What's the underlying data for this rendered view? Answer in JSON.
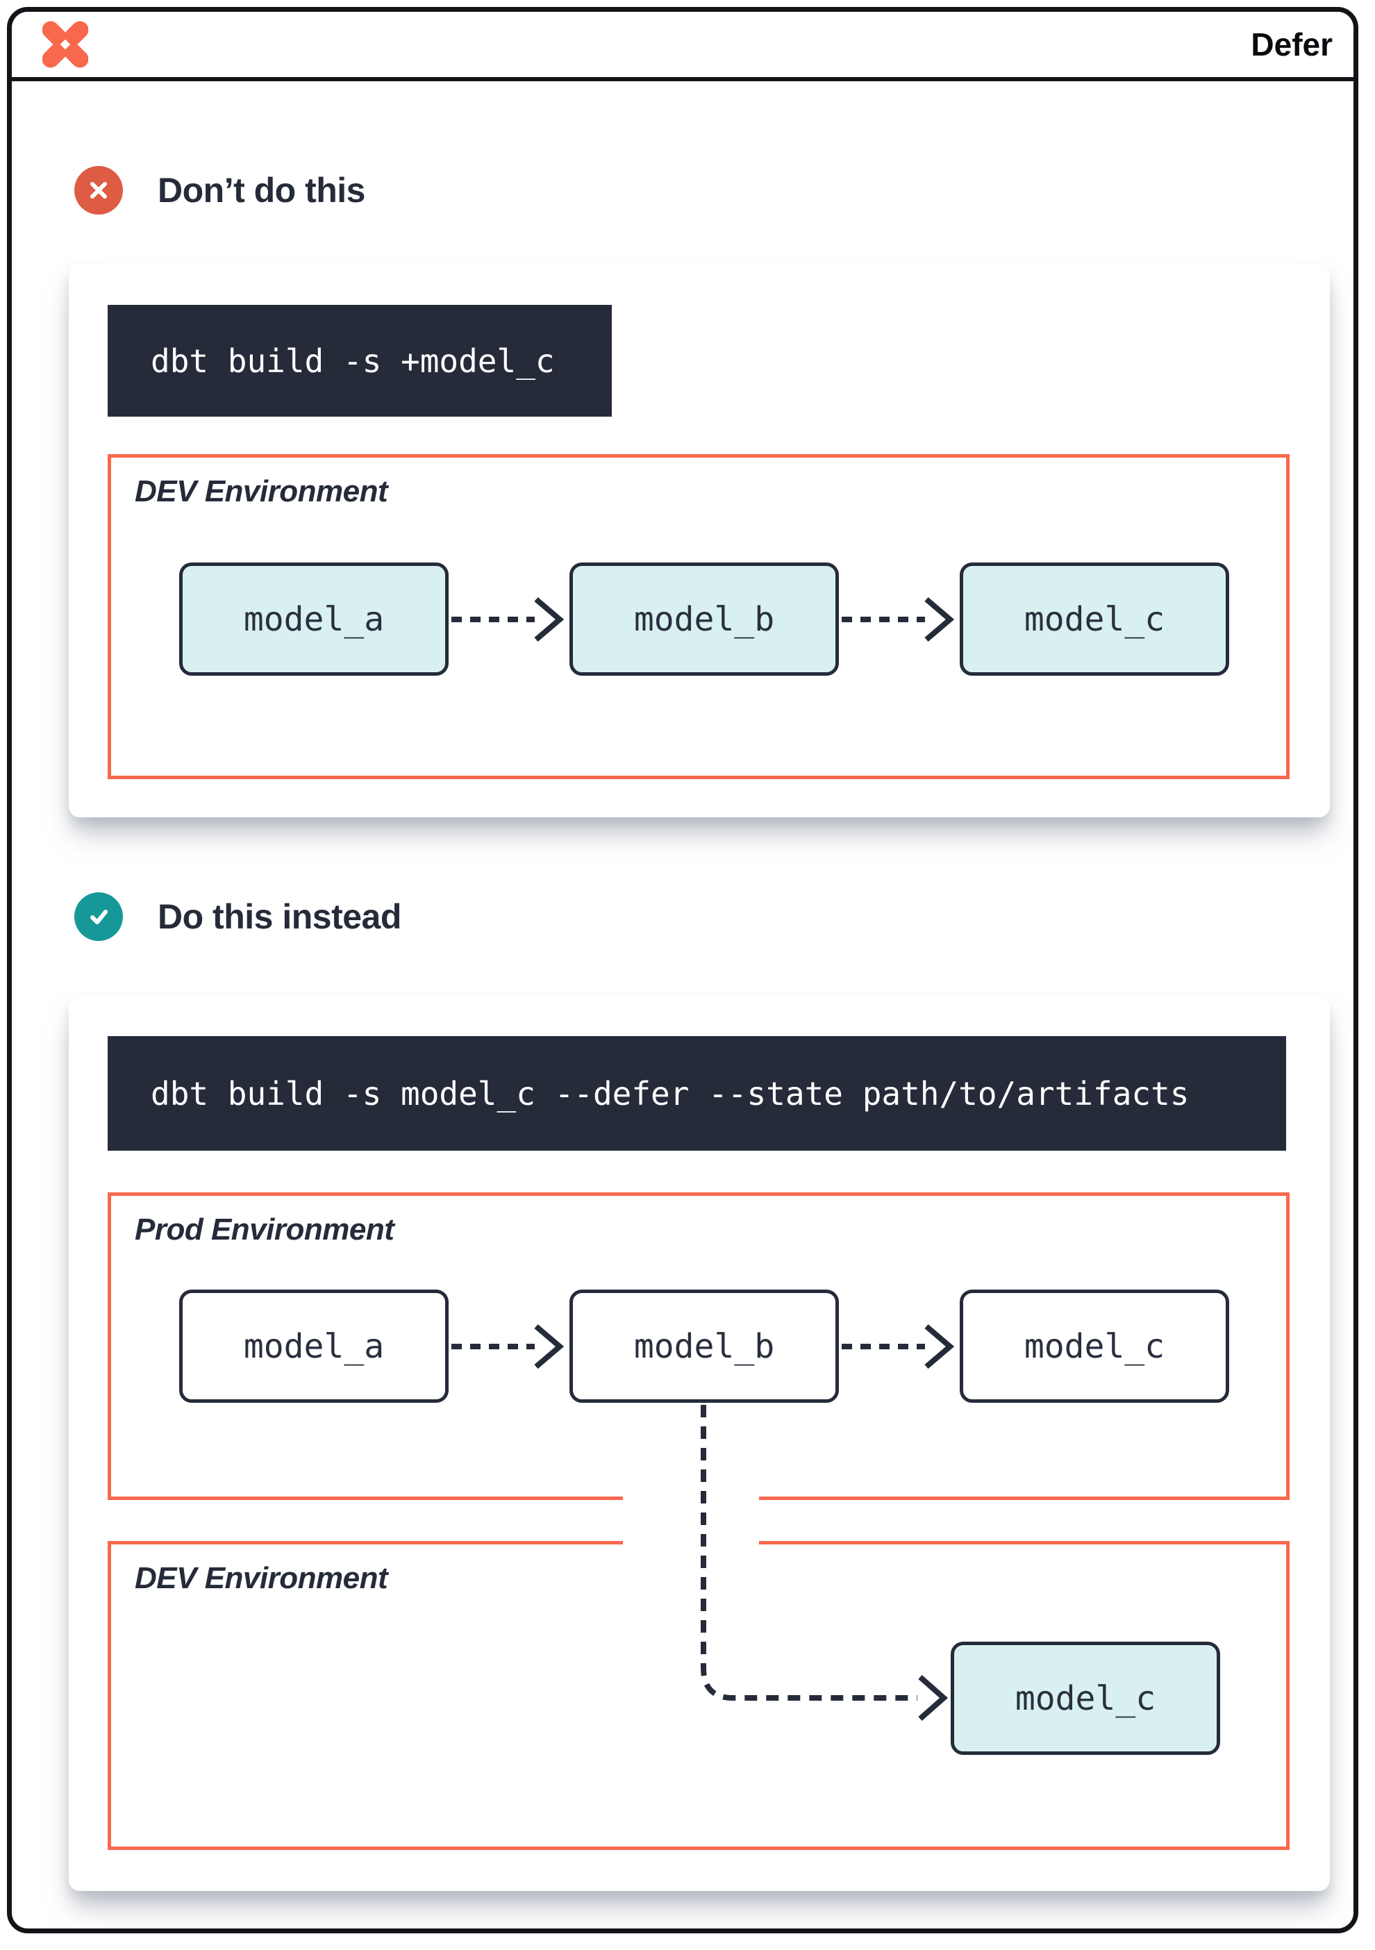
{
  "window": {
    "title": "Defer",
    "logo": "dbt-logo"
  },
  "colors": {
    "brand_orange": "#F8684C",
    "dont_badge_red": "#DE5B44",
    "do_badge_teal": "#169898",
    "navy": "#262B3A",
    "model_fill_teal": "#D8F1F0"
  },
  "dont_section": {
    "heading": "Don’t do this",
    "icon": "x-circle-icon",
    "command": "dbt build -s +model_c",
    "environment": {
      "label": "DEV Environment",
      "models": [
        "model_a",
        "model_b",
        "model_c"
      ]
    }
  },
  "do_section": {
    "heading": "Do this instead",
    "icon": "check-circle-icon",
    "command": "dbt build -s model_c --defer --state path/to/artifacts",
    "environments": [
      {
        "label": "Prod Environment",
        "models": [
          "model_a",
          "model_b",
          "model_c"
        ]
      },
      {
        "label": "DEV Environment",
        "models": [
          "model_c"
        ]
      }
    ]
  }
}
